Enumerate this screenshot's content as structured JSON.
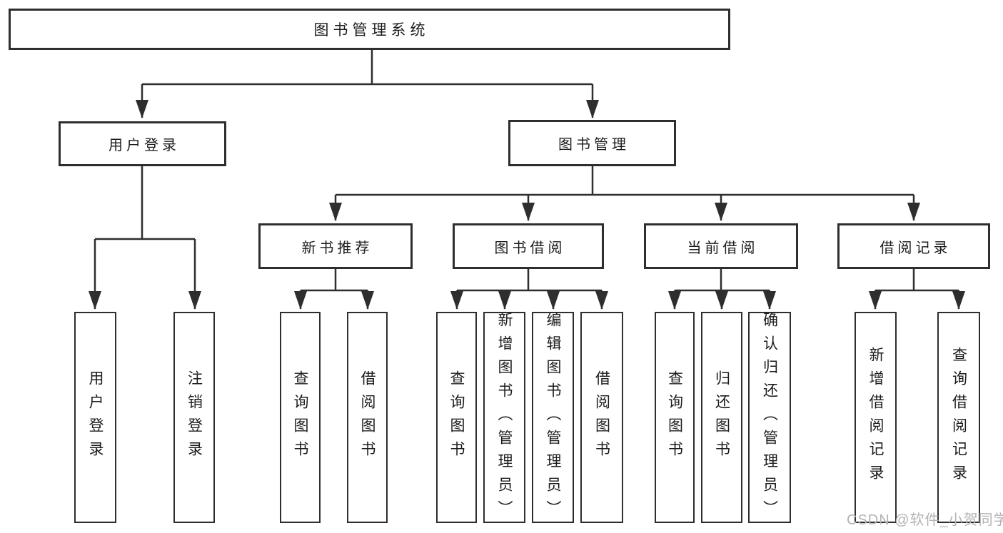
{
  "diagram": {
    "root": {
      "label": "图书管理系统"
    },
    "level2": [
      {
        "label": "用户登录"
      },
      {
        "label": "图书管理"
      }
    ],
    "level3": [
      {
        "label": "新书推荐"
      },
      {
        "label": "图书借阅"
      },
      {
        "label": "当前借阅"
      },
      {
        "label": "借阅记录"
      }
    ],
    "leaves": [
      {
        "label": "用户登录"
      },
      {
        "label": "注销登录"
      },
      {
        "label": "查询图书"
      },
      {
        "label": "借阅图书"
      },
      {
        "label": "查询图书"
      },
      {
        "label": "新增图书（管理员）"
      },
      {
        "label": "编辑图书（管理员）"
      },
      {
        "label": "借阅图书"
      },
      {
        "label": "查询图书"
      },
      {
        "label": "归还图书"
      },
      {
        "label": "确认归还（管理员）"
      },
      {
        "label": "新增借阅记录"
      },
      {
        "label": "查询借阅记录"
      }
    ],
    "watermark": "CSDN @软件_小贺同学",
    "colors": {
      "line": "#2e2e2e",
      "text": "#1c1c1c",
      "background": "#ffffff",
      "watermark": "#b3b3b3"
    }
  }
}
